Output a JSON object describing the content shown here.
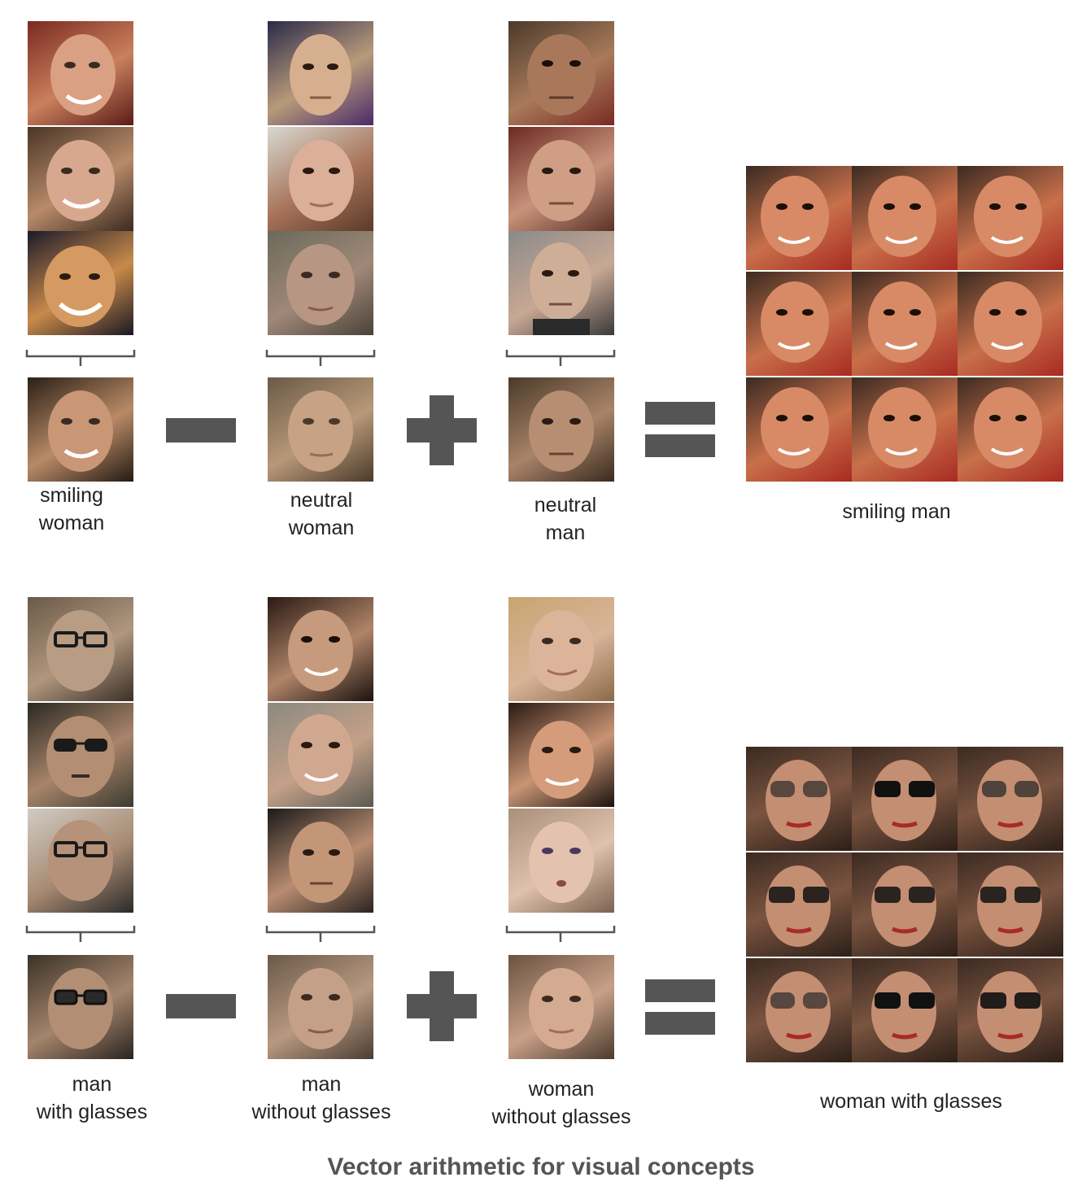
{
  "rows": [
    {
      "terms": [
        {
          "label": "smiling\nwoman"
        },
        {
          "label": "neutral\nwoman"
        },
        {
          "label": "neutral\nman"
        }
      ],
      "result_label": "smiling man"
    },
    {
      "terms": [
        {
          "label": "man\nwith glasses"
        },
        {
          "label": "man\nwithout glasses"
        },
        {
          "label": "woman\nwithout glasses"
        }
      ],
      "result_label": "woman with glasses"
    }
  ],
  "caption": "Vector arithmetic for visual concepts",
  "colors": {
    "operator": "#555555",
    "caption": "#555555"
  }
}
